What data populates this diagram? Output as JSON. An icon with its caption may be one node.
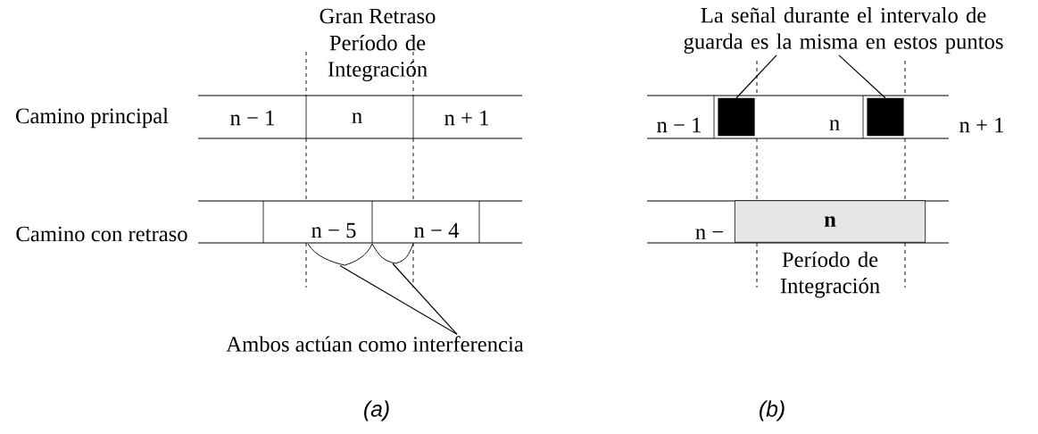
{
  "diagram": {
    "nodes": [
      {
        "text": [
          "n − 1"
        ]
      },
      {
        "text": [
          "n"
        ]
      },
      {
        "text": [
          "n + 1"
        ]
      },
      {
        "text": [
          "n − 5"
        ]
      },
      {
        "text": [
          "n − 4"
        ]
      },
      {
        "text": [],
        "shape": "bracket"
      },
      {
        "text": [],
        "shape": "bracket"
      },
      {
        "text": [
          "Ambos actúan como interferencia"
        ]
      },
      {
        "text": [
          "La señal durante el intervalo de guarda es la misma en estos puntos"
        ]
      },
      {
        "text": [
          "n − 1"
        ]
      },
      {
        "text": [],
        "shape": "box"
      },
      {
        "text": [
          "n"
        ]
      },
      {
        "text": [],
        "shape": "box"
      },
      {
        "text": [
          "n + 1"
        ]
      },
      {
        "text": [
          "n −"
        ]
      },
      {
        "text": [
          "n"
        ],
        "beside": [
          "Período de Integración"
        ]
      }
    ],
    "edges": [
      {
        "from": 7,
        "to": 5,
        "arrow": "none"
      },
      {
        "from": 7,
        "to": 6,
        "arrow": "none"
      },
      {
        "from": 8,
        "to": 10,
        "arrow": "none"
      },
      {
        "from": 8,
        "to": 12,
        "arrow": "none"
      }
    ],
    "labels": [
      "Gran Retraso",
      "Período de Integración",
      "Camino principal",
      "Camino con retraso",
      "(a)",
      "(b)"
    ]
  }
}
